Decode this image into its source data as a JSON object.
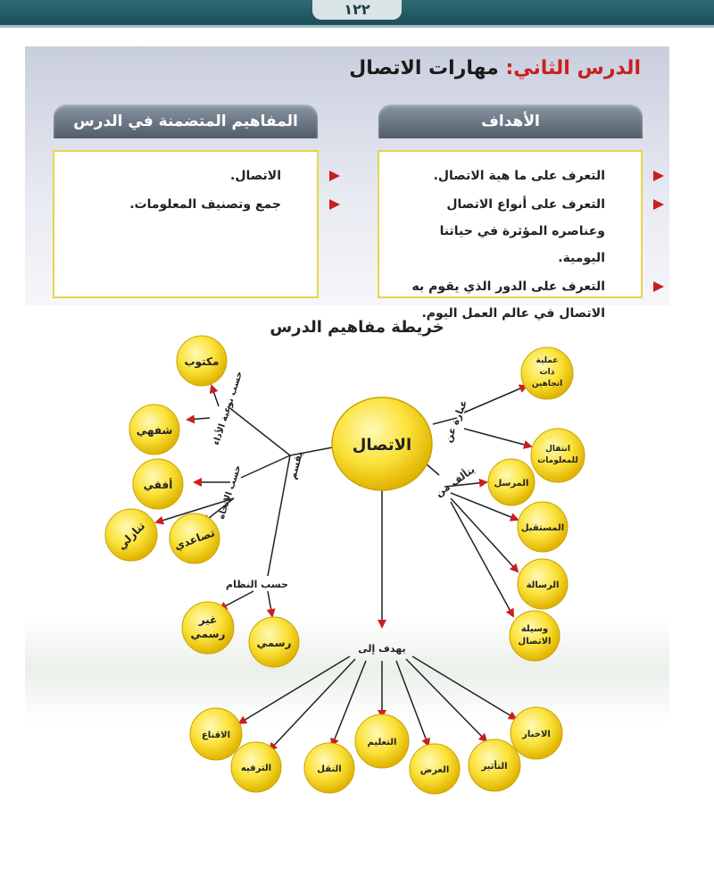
{
  "header": {
    "page_number": "١٢٢"
  },
  "lesson": {
    "label": "الدرس الثاني:",
    "title": "مهارات الاتصال"
  },
  "objectives": {
    "heading": "الأهداف",
    "items": [
      "التعرف على ما هية الاتصال.",
      "التعرف على أنواع الاتصال وعناصره المؤثرة في حياتنا اليومية.",
      "التعرف على الدور الذي يقوم به الاتصال في عالم العمل اليوم."
    ]
  },
  "concepts": {
    "heading": "المفاهيم المتضمنة في الدرس",
    "items": [
      "الاتصال.",
      "جمع وتصنيف المعلومات."
    ]
  },
  "concept_map": {
    "title": "خريطة مفاهيم الدرس",
    "center": "الاتصال",
    "branch_labels": {
      "divided": "يقسم",
      "by_performance": "حسب نوعية الأداء",
      "by_direction": "حسب الاتجاه",
      "by_system": "حسب النظام",
      "is": "عبارة عن",
      "consists": "يتألف من",
      "aims": "يهدف إلى"
    },
    "nodes": {
      "written": "مكتوب",
      "oral": "شفهي",
      "horizontal": "أفقي",
      "ascending": "تصاعدي",
      "descending": "تنازلي",
      "informal": [
        "غير",
        "رسمي"
      ],
      "formal": "رسمي",
      "two_way": [
        "عملية",
        "ذات",
        "اتجاهين"
      ],
      "transfer": [
        "انتقال",
        "للمعلومات"
      ],
      "sender": "المرسل",
      "receiver": "المستقبل",
      "message": "الرسالة",
      "medium": [
        "وسيلة",
        "الاتصال"
      ],
      "persuasion": "الاقناع",
      "entertainment": "الترفيه",
      "transmission": "النقل",
      "education": "التعليم",
      "presentation": "العرض",
      "influence": "التأثير",
      "informing": "الاخبار"
    }
  }
}
